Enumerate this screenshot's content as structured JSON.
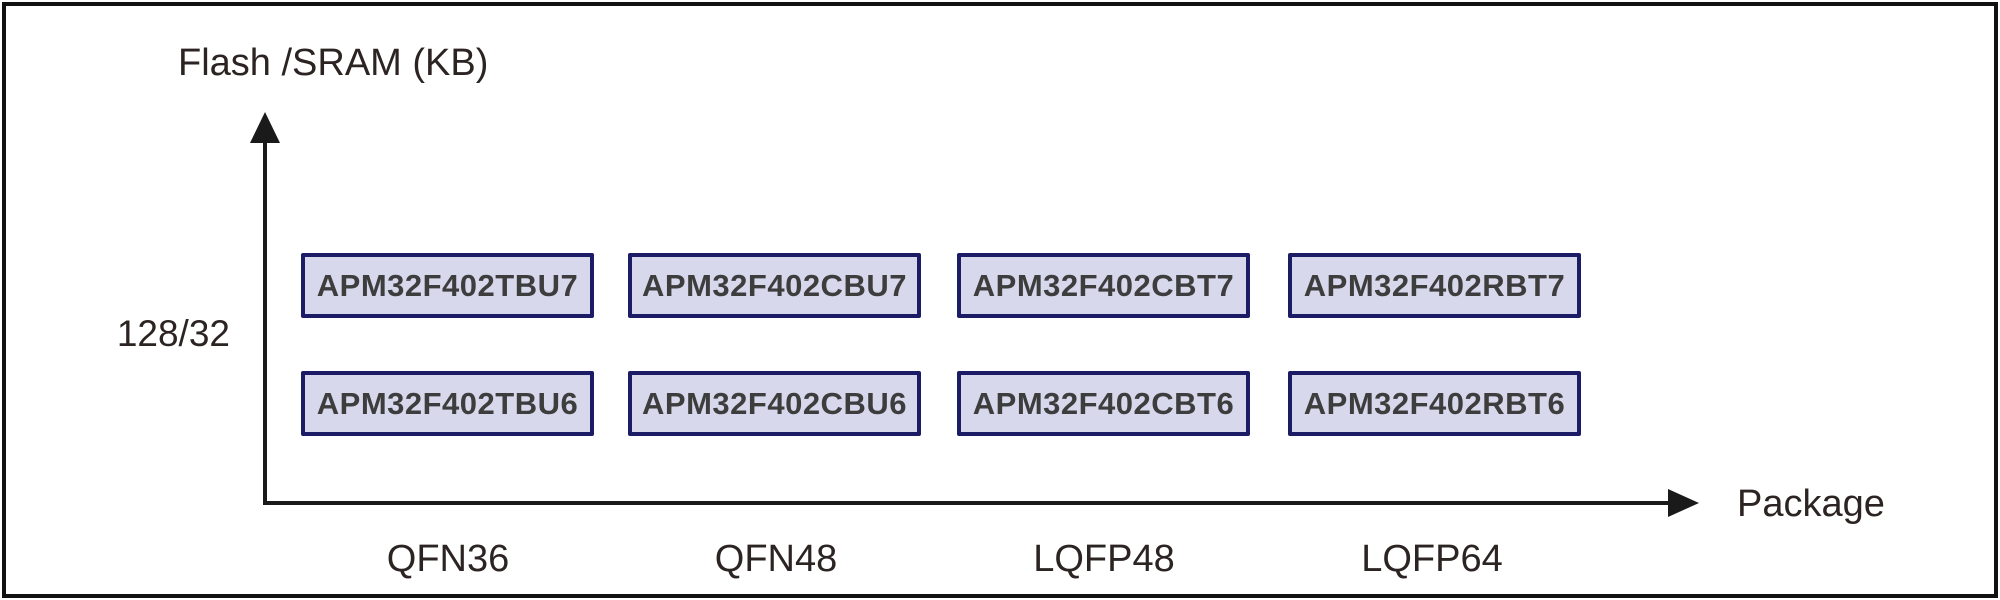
{
  "axes": {
    "y_title": "Flash /SRAM (KB)",
    "x_title": "Package",
    "y_tick": "128/32"
  },
  "chart_data": {
    "type": "table",
    "title": "",
    "xlabel": "Package",
    "ylabel": "Flash /SRAM (KB)",
    "x_categories": [
      "QFN36",
      "QFN48",
      "LQFP48",
      "LQFP64"
    ],
    "y_categories": [
      "128/32"
    ],
    "rows": [
      [
        "APM32F402TBU7",
        "APM32F402CBU7",
        "APM32F402CBT7",
        "APM32F402RBT7"
      ],
      [
        "APM32F402TBU6",
        "APM32F402CBU6",
        "APM32F402CBT6",
        "APM32F402RBT6"
      ]
    ],
    "legend": [],
    "grid": false
  },
  "colors": {
    "box_fill": "#d7d8ec",
    "box_border": "#1b1b66",
    "box_text": "#3d3d3d",
    "axis": "#1a1a1a",
    "label_text": "#2b2422",
    "frame_border": "#111111",
    "background": "#ffffff"
  }
}
